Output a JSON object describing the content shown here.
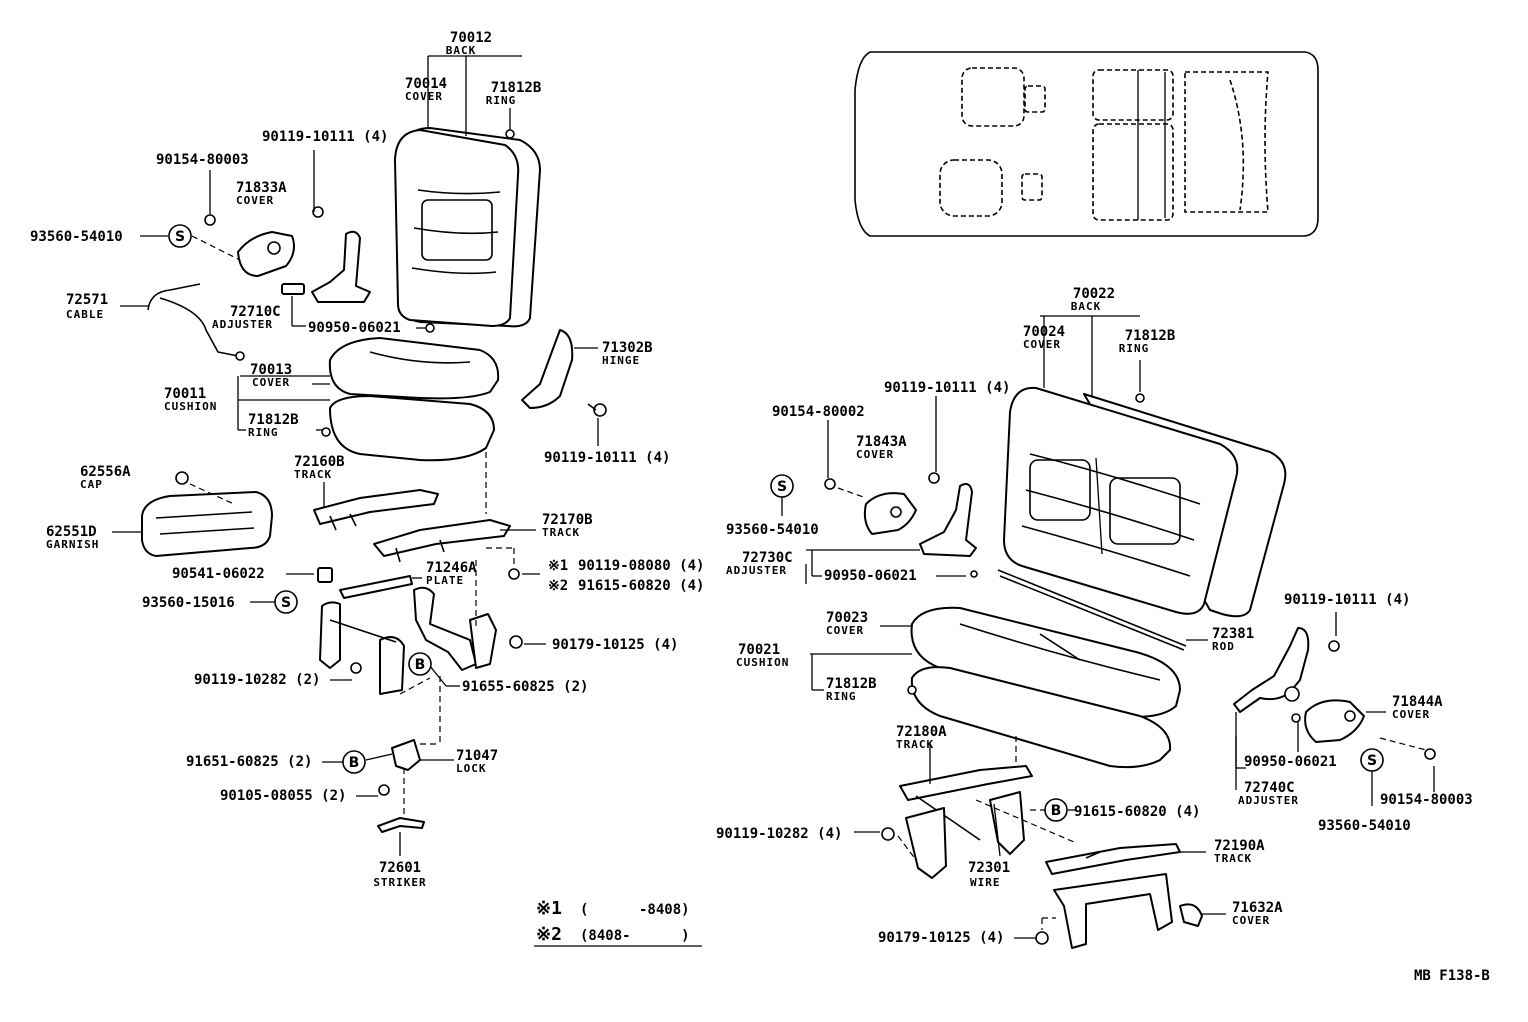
{
  "callouts": {
    "p70012": {
      "num": "70012",
      "name": "BACK"
    },
    "p70014": {
      "num": "70014",
      "name": "COVER"
    },
    "p71812B_a": {
      "num": "71812B",
      "name": "RING"
    },
    "p90119_10111_a": {
      "num": "90119-10111 (4)"
    },
    "p90154_80003_a": {
      "num": "90154-80003"
    },
    "p71833A": {
      "num": "71833A",
      "name": "COVER"
    },
    "p93560_54010_a": {
      "num": "93560-54010",
      "symbol": "S"
    },
    "p72571": {
      "num": "72571",
      "name": "CABLE"
    },
    "p72710C": {
      "num": "72710C",
      "name": "ADJUSTER"
    },
    "p90950_06021_a": {
      "num": "90950-06021"
    },
    "p71302B": {
      "num": "71302B",
      "name": "HINGE"
    },
    "p70013": {
      "num": "70013",
      "name": "COVER"
    },
    "p70011": {
      "num": "70011",
      "name": "CUSHION"
    },
    "p71812B_b": {
      "num": "71812B",
      "name": "RING"
    },
    "p90119_10111_b": {
      "num": "90119-10111 (4)"
    },
    "p72160B": {
      "num": "72160B",
      "name": "TRACK"
    },
    "p62556A": {
      "num": "62556A",
      "name": "CAP"
    },
    "p62551D": {
      "num": "62551D",
      "name": "GARNISH"
    },
    "p72170B": {
      "num": "72170B",
      "name": "TRACK"
    },
    "p90541_06022": {
      "num": "90541-06022"
    },
    "p71246A": {
      "num": "71246A",
      "name": "PLATE"
    },
    "p90119_08080": {
      "num": "90119-08080 (4)",
      "mark": "※1"
    },
    "p91615_60820_a": {
      "num": "91615-60820 (4)",
      "mark": "※2"
    },
    "p93560_15016": {
      "num": "93560-15016",
      "symbol": "S"
    },
    "p90179_10125_a": {
      "num": "90179-10125 (4)"
    },
    "p90119_10282_a": {
      "num": "90119-10282 (2)"
    },
    "p91655_60825": {
      "num": "91655-60825 (2)",
      "symbol": "B"
    },
    "p91651_60825": {
      "num": "91651-60825 (2)",
      "symbol": "B"
    },
    "p71047": {
      "num": "71047",
      "name": "LOCK"
    },
    "p90105_08055": {
      "num": "90105-08055 (2)"
    },
    "p72601": {
      "num": "72601",
      "name": "STRIKER"
    },
    "p70022": {
      "num": "70022",
      "name": "BACK"
    },
    "p70024": {
      "num": "70024",
      "name": "COVER"
    },
    "p71812B_c": {
      "num": "71812B",
      "name": "RING"
    },
    "p90119_10111_c": {
      "num": "90119-10111 (4)"
    },
    "p90154_80002": {
      "num": "90154-80002"
    },
    "p71843A": {
      "num": "71843A",
      "name": "COVER"
    },
    "p93560_54010_b": {
      "num": "93560-54010",
      "symbol": "S"
    },
    "p72730C": {
      "num": "72730C",
      "name": "ADJUSTER"
    },
    "p90950_06021_b": {
      "num": "90950-06021"
    },
    "p90119_10111_d": {
      "num": "90119-10111 (4)"
    },
    "p70023": {
      "num": "70023",
      "name": "COVER"
    },
    "p70021": {
      "num": "70021",
      "name": "CUSHION"
    },
    "p72381": {
      "num": "72381",
      "name": "ROD"
    },
    "p71812B_d": {
      "num": "71812B",
      "name": "RING"
    },
    "p71844A": {
      "num": "71844A",
      "name": "COVER"
    },
    "p72180A": {
      "num": "72180A",
      "name": "TRACK"
    },
    "p90950_06021_c": {
      "num": "90950-06021"
    },
    "p72740C": {
      "num": "72740C",
      "name": "ADJUSTER"
    },
    "p90154_80003_b": {
      "num": "90154-80003"
    },
    "p91615_60820_b": {
      "num": "91615-60820 (4)",
      "symbol": "B"
    },
    "p93560_54010_c": {
      "num": "93560-54010",
      "symbol": "S"
    },
    "p90119_10282_b": {
      "num": "90119-10282 (4)"
    },
    "p72190A": {
      "num": "72190A",
      "name": "TRACK"
    },
    "p72301": {
      "num": "72301",
      "name": "WIRE"
    },
    "p71632A": {
      "num": "71632A",
      "name": "COVER"
    },
    "p90179_10125_b": {
      "num": "90179-10125 (4)"
    }
  },
  "footnotes": [
    {
      "mark": "※1",
      "text": "(      -8408)"
    },
    {
      "mark": "※2",
      "text": "(8408-      )"
    }
  ],
  "figure_code": "MB F138-B"
}
